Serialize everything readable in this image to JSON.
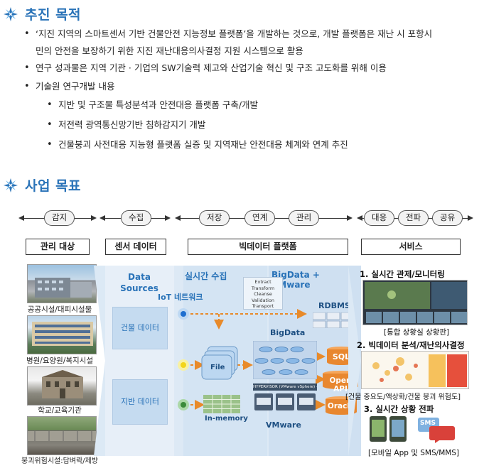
{
  "section1": {
    "title": "추진 목적",
    "bullets": [
      "‘지진 지역의 스마트센서 기반 건물안전 지능정보 플랫폼’을 개발하는 것으로, 개발 플랫폼은 재난 시 포항시",
      "민의 안전을 보장하기 위한 지진 재난대응의사결정 지원 시스템으로 활용",
      "연구 성과물은 지역 기관 · 기업의 SW기술력 제고와 산업기술 혁신 및 구조 고도화를 위해 이용",
      "기술원 연구개발 내용"
    ],
    "sub_bullets": [
      "지반 및 구조물 특성분석과 안전대응 플랫폼 구축/개발",
      "저전력 광역통신망기반 침하감지기 개발",
      "건물붕괴 사전대응 지능형 플랫폼 실증 및 지역재난 안전대응 체계와 연계 추진"
    ]
  },
  "section2": {
    "title": "사업 목표"
  },
  "diagram": {
    "stages": [
      "감지",
      "수집",
      "저장",
      "연계",
      "관리",
      "대응",
      "전파",
      "공유"
    ],
    "categories": [
      "관리 대상",
      "센서 데이터",
      "빅데이터 플랫폼",
      "서비스"
    ],
    "targets": [
      "공공시설/대피시설물",
      "병원/요양원/복지시설",
      "학교/교육기관",
      "붕괴위험시설:담벼락/제방"
    ],
    "data_sources": "Data Sources",
    "iot_network": "IoT 네트워크",
    "sensor_boxes": [
      "건물 데이터",
      "지반 데이터"
    ],
    "realtime_collection": "실시간 수집",
    "etl_steps": [
      "Extract",
      "Transform",
      "Cleanse",
      "Validation",
      "Transport"
    ],
    "file_label": "File",
    "in_memory": "In-memory",
    "bigdata_vmware": "BigData + VMware",
    "rdbms": "RDBMS",
    "bigdata": "BigData",
    "hypervisor": "HYPERVISOR (VMware vSphere) + VSAN",
    "databases": [
      "SQL",
      "Open API",
      "Oracle"
    ],
    "vmware": "VMware",
    "services": [
      {
        "title": "1. 실시간 관제/모니터링",
        "caption": "[통합 상황실 상황판]"
      },
      {
        "title": "2. 빅데이터 분석/재난의사결정",
        "caption": "[건물 중요도/액상화/건물 붕괴 위험도]"
      },
      {
        "title": "3. 실시간 상황 전파",
        "caption": "[모바일 App 및 SMS/MMS]"
      }
    ],
    "sms_label": "SMS"
  },
  "colors": {
    "title_blue": "#2a73b8",
    "arrow_orange": "#e88a2a"
  }
}
